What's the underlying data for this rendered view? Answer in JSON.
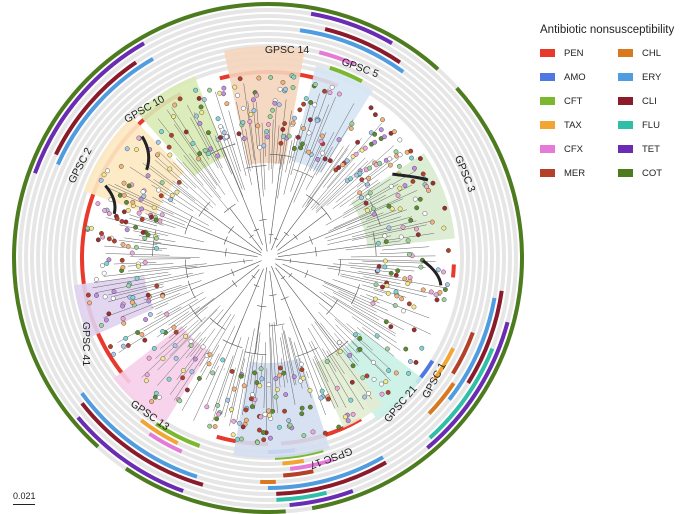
{
  "legend": {
    "title": "Antibiotic nonsusceptibility",
    "items": [
      {
        "label": "PEN",
        "color": "#e8392d"
      },
      {
        "label": "AMO",
        "color": "#4f78e3"
      },
      {
        "label": "CFT",
        "color": "#7cb82f"
      },
      {
        "label": "TAX",
        "color": "#f2a535"
      },
      {
        "label": "CFX",
        "color": "#e57ad8"
      },
      {
        "label": "MER",
        "color": "#b5402a"
      },
      {
        "label": "CHL",
        "color": "#d9791f"
      },
      {
        "label": "ERY",
        "color": "#4f9de0"
      },
      {
        "label": "CLI",
        "color": "#8b1a2b"
      },
      {
        "label": "FLU",
        "color": "#2fbfa8"
      },
      {
        "label": "TET",
        "color": "#6a2cb2"
      },
      {
        "label": "COT",
        "color": "#4d7c1e"
      }
    ]
  },
  "clades": [
    {
      "label": "GPSC 14",
      "color": "#f5d5bd"
    },
    {
      "label": "GPSC 5",
      "color": "#d6e4f3"
    },
    {
      "label": "GPSC 10",
      "color": "#d8eab4"
    },
    {
      "label": "GPSC 2",
      "color": "#fde9c2"
    },
    {
      "label": "GPSC 3",
      "color": "#d9ebcf"
    },
    {
      "label": "GPSC 1",
      "color": "#c9efe6"
    },
    {
      "label": "GPSC 21",
      "color": "#e2ecd2"
    },
    {
      "label": "GPSC 17",
      "color": "#d3def1"
    },
    {
      "label": "GPSC 13",
      "color": "#f6cfe9"
    },
    {
      "label": "GPSC 41",
      "color": "#e0d1f0"
    }
  ],
  "scale_bar": {
    "label": "0.021"
  }
}
